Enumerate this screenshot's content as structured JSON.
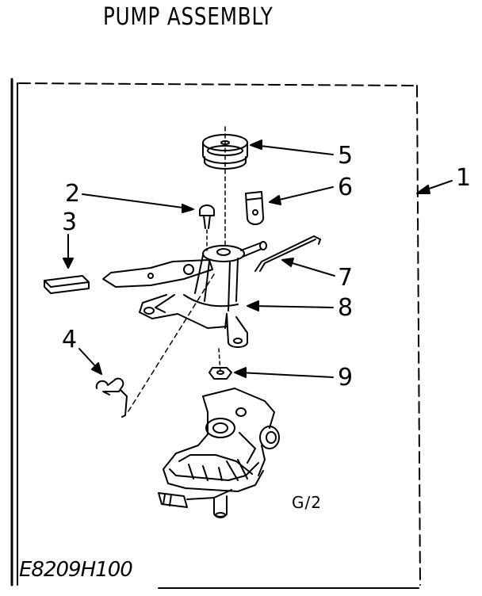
{
  "title": "PUMP ASSEMBLY",
  "figure_ref": "G/2",
  "document_number": "E8209H100",
  "callouts": [
    {
      "label": "1",
      "part": "pump-assembly-group"
    },
    {
      "label": "2",
      "part": "screw"
    },
    {
      "label": "3",
      "part": "pad"
    },
    {
      "label": "4",
      "part": "clip"
    },
    {
      "label": "5",
      "part": "pulley"
    },
    {
      "label": "6",
      "part": "bracket"
    },
    {
      "label": "7",
      "part": "spring"
    },
    {
      "label": "8",
      "part": "mounting-bracket"
    },
    {
      "label": "9",
      "part": "nut"
    }
  ],
  "line_color": "#000000",
  "background_color": "#ffffff"
}
